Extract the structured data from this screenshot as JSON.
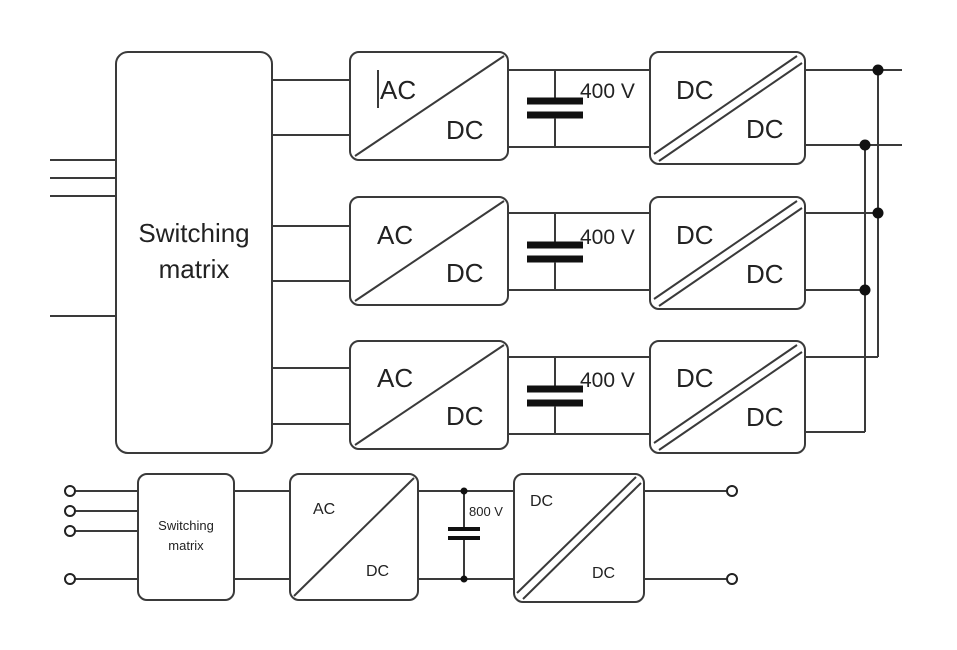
{
  "top_diagram": {
    "switching_matrix": {
      "line1": "Switching",
      "line2": "matrix"
    },
    "stages": [
      {
        "ac_label": "AC",
        "dc_label": "DC",
        "voltage": "400 V",
        "dcdc_in": "DC",
        "dcdc_out": "DC"
      },
      {
        "ac_label": "AC",
        "dc_label": "DC",
        "voltage": "400 V",
        "dcdc_in": "DC",
        "dcdc_out": "DC"
      },
      {
        "ac_label": "AC",
        "dc_label": "DC",
        "voltage": "400 V",
        "dcdc_in": "DC",
        "dcdc_out": "DC"
      }
    ]
  },
  "bottom_diagram": {
    "switching_matrix": {
      "line1": "Switching",
      "line2": "matrix"
    },
    "acdc": {
      "ac_label": "AC",
      "dc_label": "DC"
    },
    "voltage": "800 V",
    "dcdc": {
      "in_label": "DC",
      "out_label": "DC"
    }
  }
}
